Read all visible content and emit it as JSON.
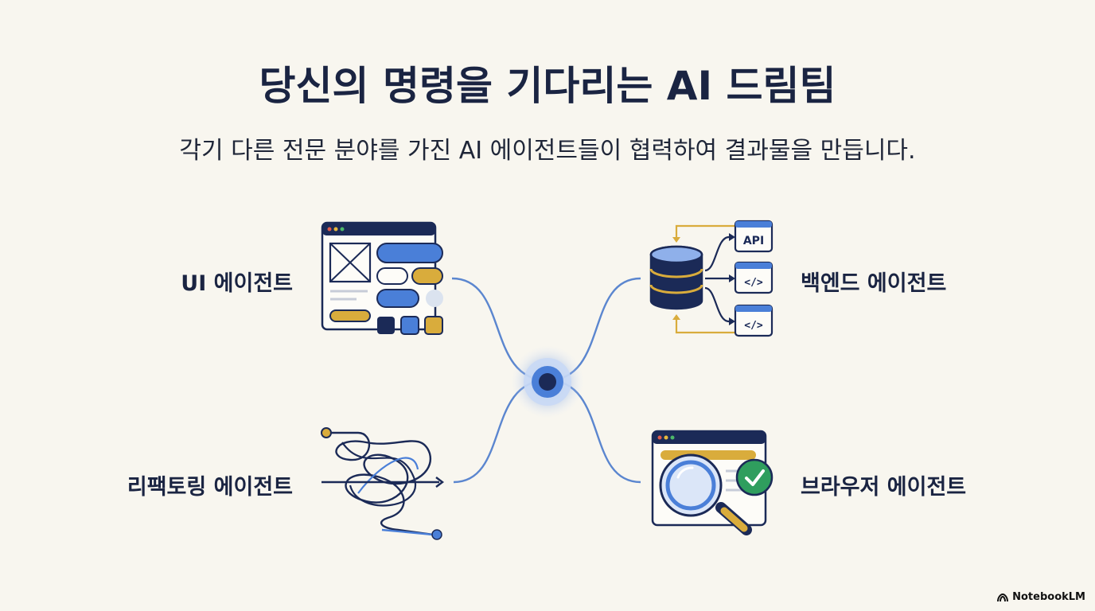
{
  "header": {
    "title": "당신의 명령을 기다리는 AI 드림팀",
    "subtitle": "각기 다른 전문 분야를 가진 AI 에이전트들이 협력하여 결과물을 만듭니다."
  },
  "agents": {
    "ui": {
      "label": "UI 에이전트",
      "icon": "ui-layout-icon"
    },
    "backend": {
      "label": "백엔드 에이전트",
      "icon": "database-api-icon",
      "api_text": "API",
      "code_text": "</>"
    },
    "refactoring": {
      "label": "리팩토링 에이전트",
      "icon": "tangled-path-icon"
    },
    "browser": {
      "label": "브라우저 에이전트",
      "icon": "browser-search-check-icon"
    }
  },
  "hub": {
    "icon": "central-hub-icon"
  },
  "brand": {
    "label": "NotebookLM",
    "icon": "notebooklm-logo-icon"
  },
  "colors": {
    "navy": "#1b2a57",
    "blue": "#4a7fd8",
    "light_blue": "#dbe6f8",
    "gold": "#d9ac3c",
    "green": "#2f9e5e",
    "line": "#5b86cf",
    "background": "#f8f6ef"
  }
}
